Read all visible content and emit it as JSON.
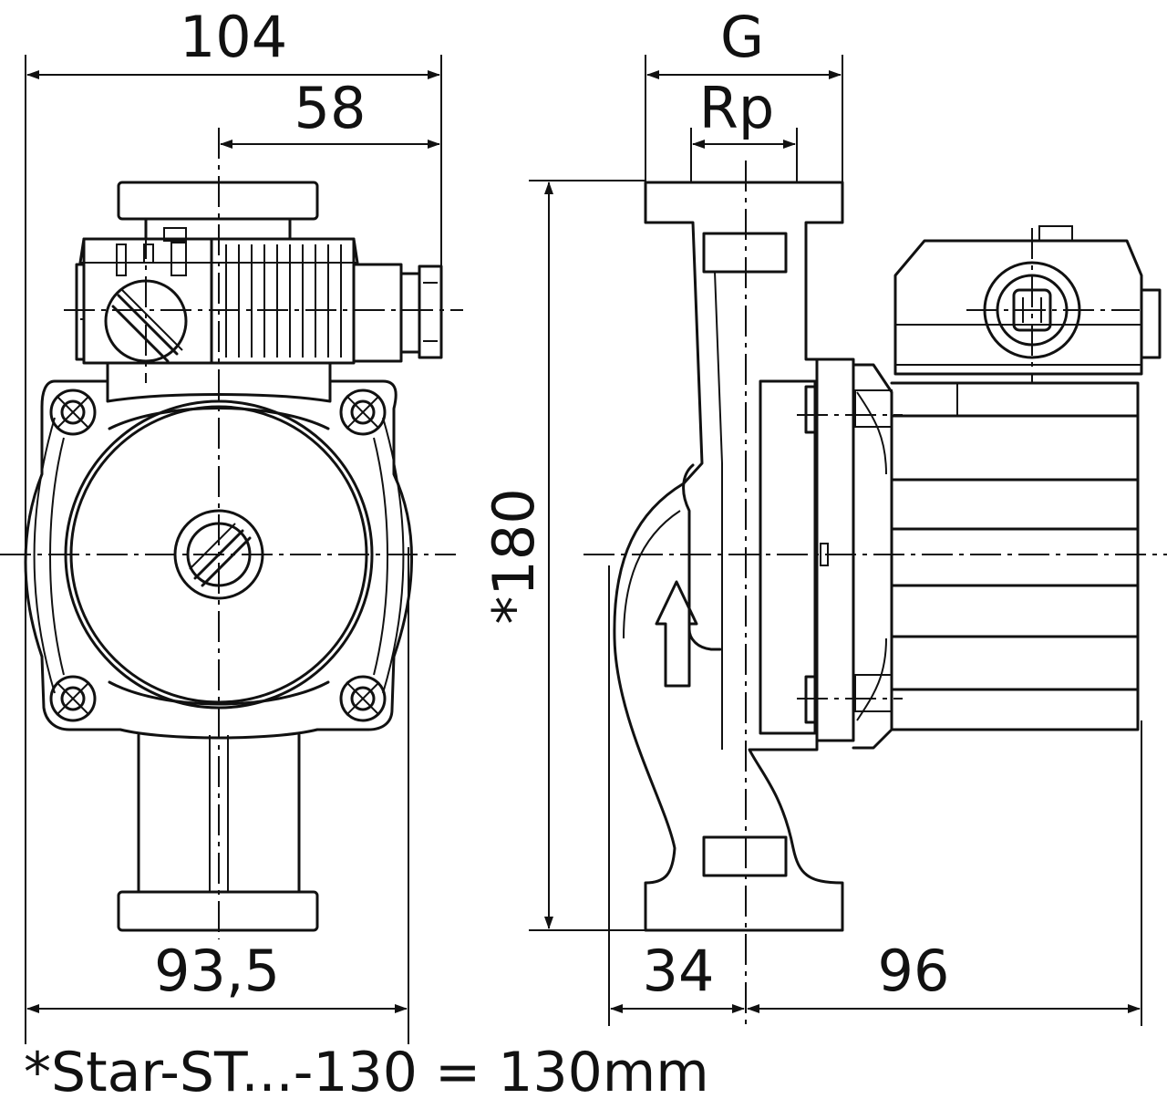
{
  "dimensions": {
    "overall_width": "104",
    "box_offset": "58",
    "housing_width": "93,5",
    "thread_outer": "G",
    "thread_inner": "Rp",
    "install_length": "*180",
    "side_left": "34",
    "side_right": "96"
  },
  "footnote": "*Star-ST...-130 = 130mm"
}
